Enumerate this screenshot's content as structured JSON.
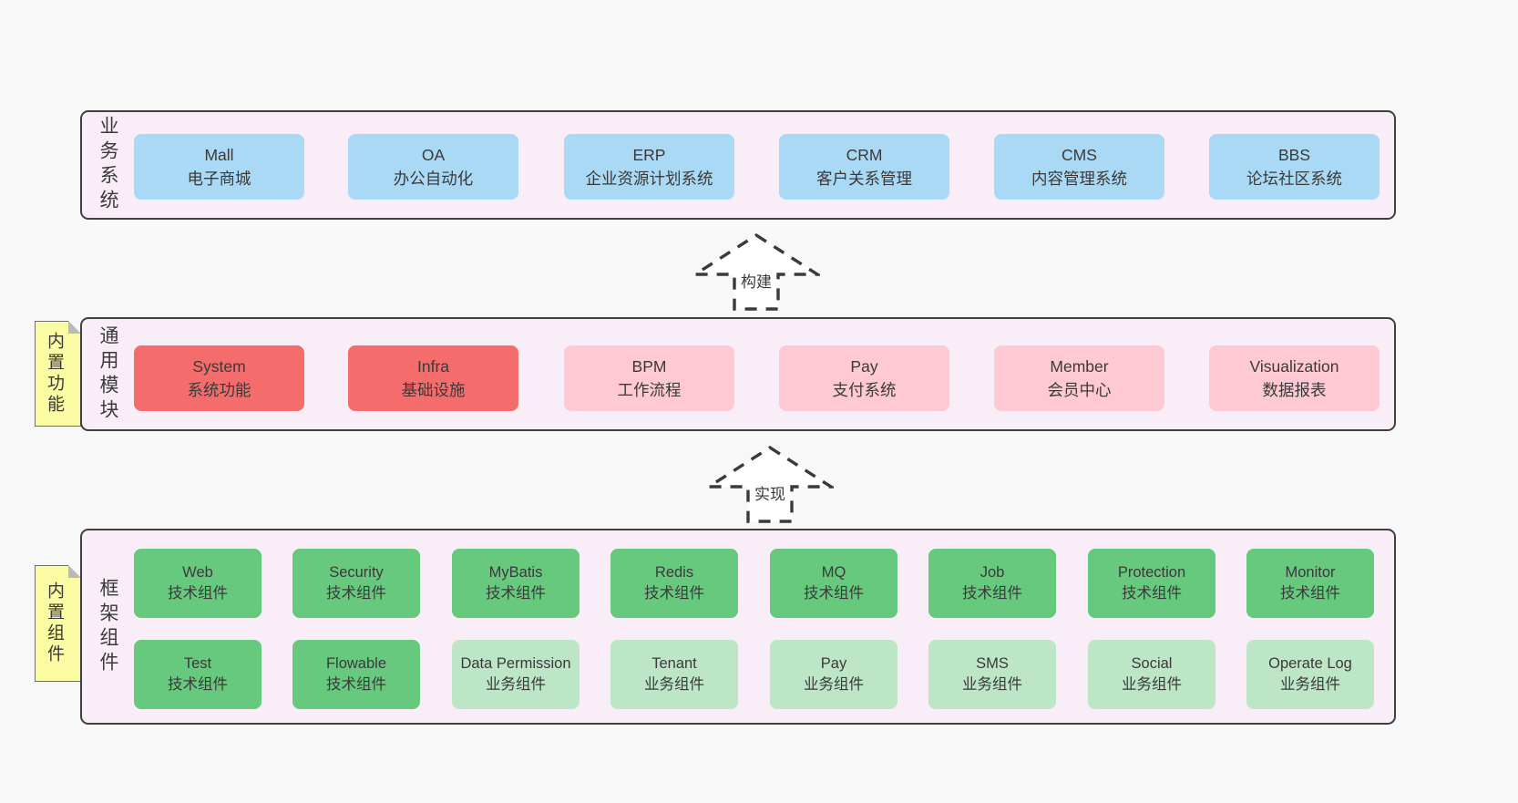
{
  "colors": {
    "page_bg": "#f8f8f8",
    "container_bg": "#f9edf7",
    "container_border": "#404040",
    "business_box": "#a9d9f4",
    "module_core": "#f56c6c",
    "module_optional": "#fec9d2",
    "component_tech": "#67c97e",
    "component_biz": "#bde6c7",
    "sticky_note": "#fbfba3",
    "text": "#3a3a3a"
  },
  "layers": {
    "business": {
      "label": "业务系统",
      "boxes": [
        {
          "name": "Mall",
          "desc": "电子商城"
        },
        {
          "name": "OA",
          "desc": "办公自动化"
        },
        {
          "name": "ERP",
          "desc": "企业资源计划系统"
        },
        {
          "name": "CRM",
          "desc": "客户关系管理"
        },
        {
          "name": "CMS",
          "desc": "内容管理系统"
        },
        {
          "name": "BBS",
          "desc": "论坛社区系统"
        }
      ]
    },
    "modules": {
      "label": "通用模块",
      "sticky": "内置功能",
      "boxes": [
        {
          "name": "System",
          "desc": "系统功能"
        },
        {
          "name": "Infra",
          "desc": "基础设施"
        },
        {
          "name": "BPM",
          "desc": "工作流程"
        },
        {
          "name": "Pay",
          "desc": "支付系统"
        },
        {
          "name": "Member",
          "desc": "会员中心"
        },
        {
          "name": "Visualization",
          "desc": "数据报表"
        }
      ]
    },
    "components": {
      "label": "框架组件",
      "sticky": "内置组件",
      "row1": [
        {
          "name": "Web",
          "desc": "技术组件"
        },
        {
          "name": "Security",
          "desc": "技术组件"
        },
        {
          "name": "MyBatis",
          "desc": "技术组件"
        },
        {
          "name": "Redis",
          "desc": "技术组件"
        },
        {
          "name": "MQ",
          "desc": "技术组件"
        },
        {
          "name": "Job",
          "desc": "技术组件"
        },
        {
          "name": "Protection",
          "desc": "技术组件"
        },
        {
          "name": "Monitor",
          "desc": "技术组件"
        }
      ],
      "row2": [
        {
          "name": "Test",
          "desc": "技术组件"
        },
        {
          "name": "Flowable",
          "desc": "技术组件"
        },
        {
          "name": "Data Permission",
          "desc": "业务组件"
        },
        {
          "name": "Tenant",
          "desc": "业务组件"
        },
        {
          "name": "Pay",
          "desc": "业务组件"
        },
        {
          "name": "SMS",
          "desc": "业务组件"
        },
        {
          "name": "Social",
          "desc": "业务组件"
        },
        {
          "name": "Operate Log",
          "desc": "业务组件"
        }
      ]
    }
  },
  "arrows": {
    "build": "构建",
    "implement": "实现"
  }
}
